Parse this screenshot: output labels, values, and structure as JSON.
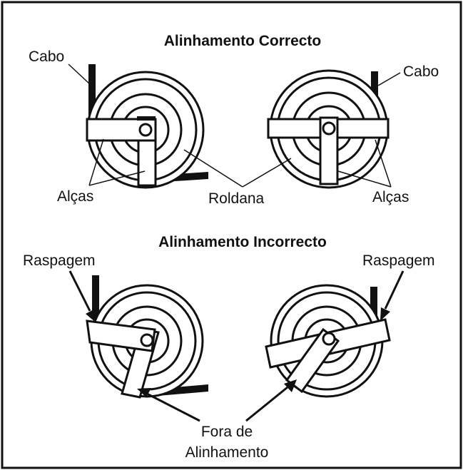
{
  "titles": {
    "correct": "Alinhamento Correcto",
    "incorrect": "Alinhamento Incorrecto"
  },
  "labels": {
    "cable_left": "Cabo",
    "cable_right": "Cabo",
    "handles_left": "Alças",
    "handles_right": "Alças",
    "pulley": "Roldana",
    "scrape_left": "Raspagem",
    "scrape_right": "Raspagem",
    "misaligned_line1": "Fora de",
    "misaligned_line2": "Alinhamento"
  },
  "colors": {
    "ink": "#111111",
    "background": "#ffffff"
  }
}
